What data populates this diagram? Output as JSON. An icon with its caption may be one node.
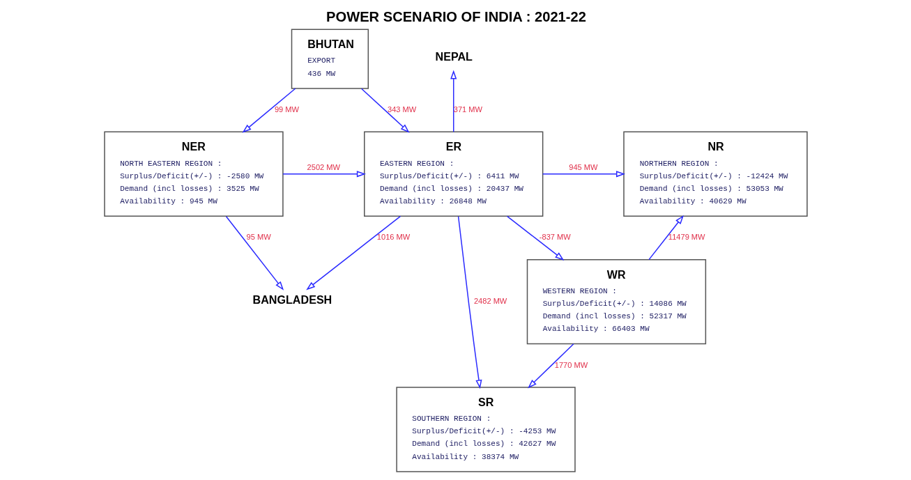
{
  "diagram": {
    "title": "POWER SCENARIO OF INDIA : 2021-22",
    "nodes": [
      {
        "text": [
          "NEPAL"
        ]
      },
      {
        "text": [
          "BHUTAN",
          "EXPORT",
          "436 MW"
        ]
      },
      {
        "text": [
          "NR",
          "NORTHERN REGION :",
          "Surplus/Deficit(+/-) : -12424 MW",
          "Demand (incl losses) : 53053 MW",
          "Availability : 40629 MW"
        ]
      },
      {
        "text": [
          "ER",
          "EASTERN REGION :",
          "Surplus/Deficit(+/-) : 6411 MW",
          "Demand (incl losses) : 20437 MW",
          "Availability : 26848 MW"
        ]
      },
      {
        "text": [
          "NER",
          "NORTH EASTERN REGION :",
          "Surplus/Deficit(+/-) : -2580 MW",
          "Demand (incl losses) : 3525 MW",
          "Availability : 945 MW"
        ]
      },
      {
        "text": [
          "WR",
          "WESTERN REGION :",
          "Surplus/Deficit(+/-) : 14086 MW",
          "Demand (incl losses) : 52317 MW",
          "Availability : 66403 MW"
        ]
      },
      {
        "text": [
          "BANGLADESH"
        ]
      },
      {
        "text": [
          "SR",
          "SOUTHERN REGION :",
          "Surplus/Deficit(+/-) : -4253 MW",
          "Demand (incl losses) : 42627 MW",
          "Availability : 38374 MW"
        ]
      }
    ],
    "edges": [
      {
        "from": 3,
        "to": 0,
        "arrow": "to",
        "label": "371 MW"
      },
      {
        "from": 1,
        "to": 3,
        "arrow": "to",
        "label": "343 MW"
      },
      {
        "from": 1,
        "to": 4,
        "arrow": "to",
        "label": "99 MW"
      },
      {
        "from": 3,
        "to": 2,
        "arrow": "to",
        "label": "945 MW"
      },
      {
        "from": 4,
        "to": 3,
        "arrow": "to",
        "label": "2502 MW"
      },
      {
        "from": 4,
        "to": 6,
        "arrow": "to",
        "label": "95 MW"
      },
      {
        "from": 5,
        "to": 2,
        "arrow": "to",
        "label": "11479 MW"
      },
      {
        "from": 3,
        "to": 5,
        "arrow": "to",
        "label": "-837 MW"
      },
      {
        "from": 3,
        "to": 6,
        "arrow": "to",
        "label": "1016 MW"
      },
      {
        "from": 5,
        "to": 7,
        "arrow": "to",
        "label": "1770 MW"
      },
      {
        "from": 3,
        "to": 7,
        "arrow": "to",
        "label": "2482 MW"
      }
    ]
  }
}
